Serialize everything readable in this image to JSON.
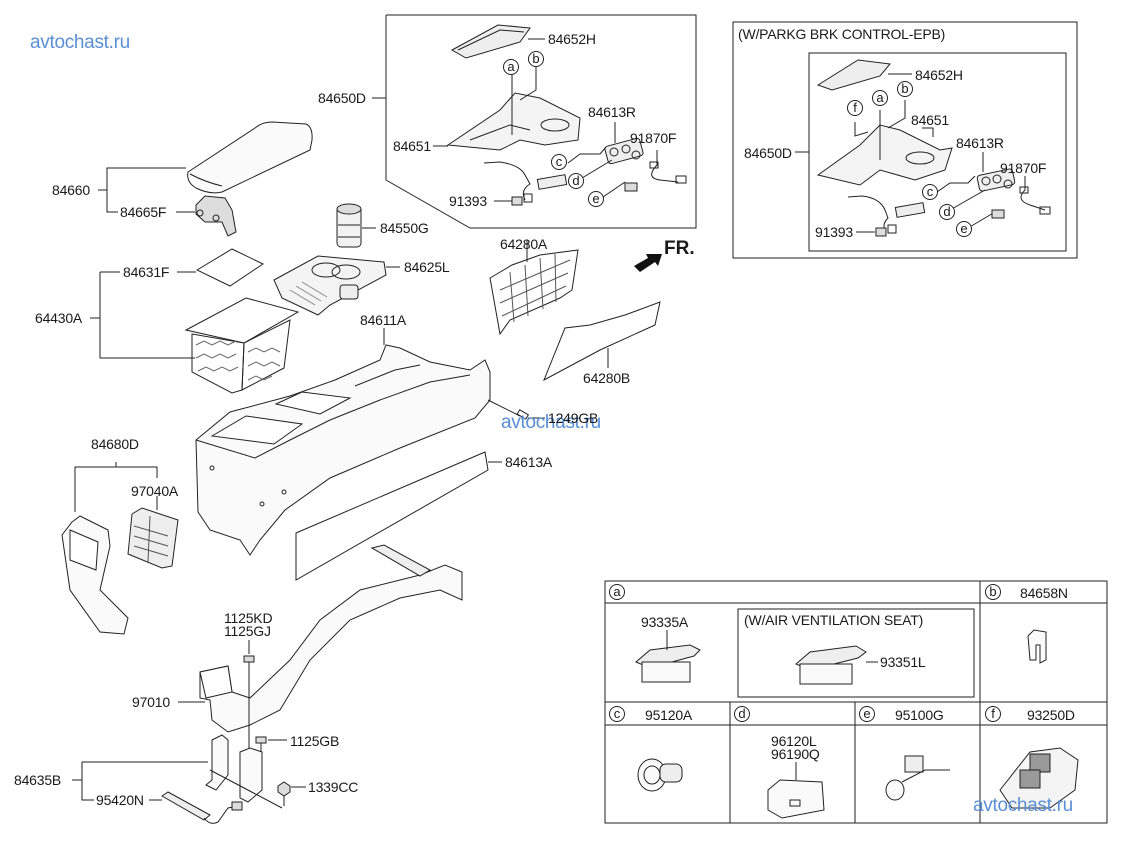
{
  "watermarks": [
    "avtochast.ru",
    "avtochast.ru",
    "avtochast.ru"
  ],
  "direction": {
    "label": "FR.",
    "icon": "front-arrow-icon"
  },
  "main_parts": {
    "p84650D": "84650D",
    "p84660": "84660",
    "p84665F": "84665F",
    "p84550G": "84550G",
    "p84631F": "84631F",
    "p84625L": "84625L",
    "p64430A": "64430A",
    "p84611A": "84611A",
    "p64280A": "64280A",
    "p64280B": "64280B",
    "p1249GB": "1249GB",
    "p84613A": "84613A",
    "p84680D": "84680D",
    "p97040A": "97040A",
    "p1125KD": "1125KD",
    "p1125GJ": "1125GJ",
    "p97010": "97010",
    "p1125GB": "1125GB",
    "p84635B": "84635B",
    "p1339CC": "1339CC",
    "p95420N": "95420N"
  },
  "inset_main": {
    "p84652H": "84652H",
    "p84651": "84651",
    "p84613R": "84613R",
    "p91870F": "91870F",
    "p91393": "91393",
    "callouts": [
      "a",
      "b",
      "c",
      "d",
      "e"
    ]
  },
  "inset_epb": {
    "title": "(W/PARKG BRK CONTROL-EPB)",
    "p84650D": "84650D",
    "p84652H": "84652H",
    "p84651": "84651",
    "p84613R": "84613R",
    "p91870F": "91870F",
    "p91393": "91393",
    "callouts": [
      "f",
      "a",
      "b",
      "c",
      "d",
      "e"
    ]
  },
  "legend_table": {
    "a": {
      "letter": "a",
      "part": "93335A",
      "sub_title": "(W/AIR VENTILATION SEAT)",
      "sub_part": "93351L"
    },
    "b": {
      "letter": "b",
      "part": "84658N"
    },
    "c": {
      "letter": "c",
      "part": "95120A"
    },
    "d": {
      "letter": "d",
      "parts": [
        "96120L",
        "96190Q"
      ]
    },
    "e": {
      "letter": "e",
      "part": "95100G"
    },
    "f": {
      "letter": "f",
      "part": "93250D"
    }
  }
}
